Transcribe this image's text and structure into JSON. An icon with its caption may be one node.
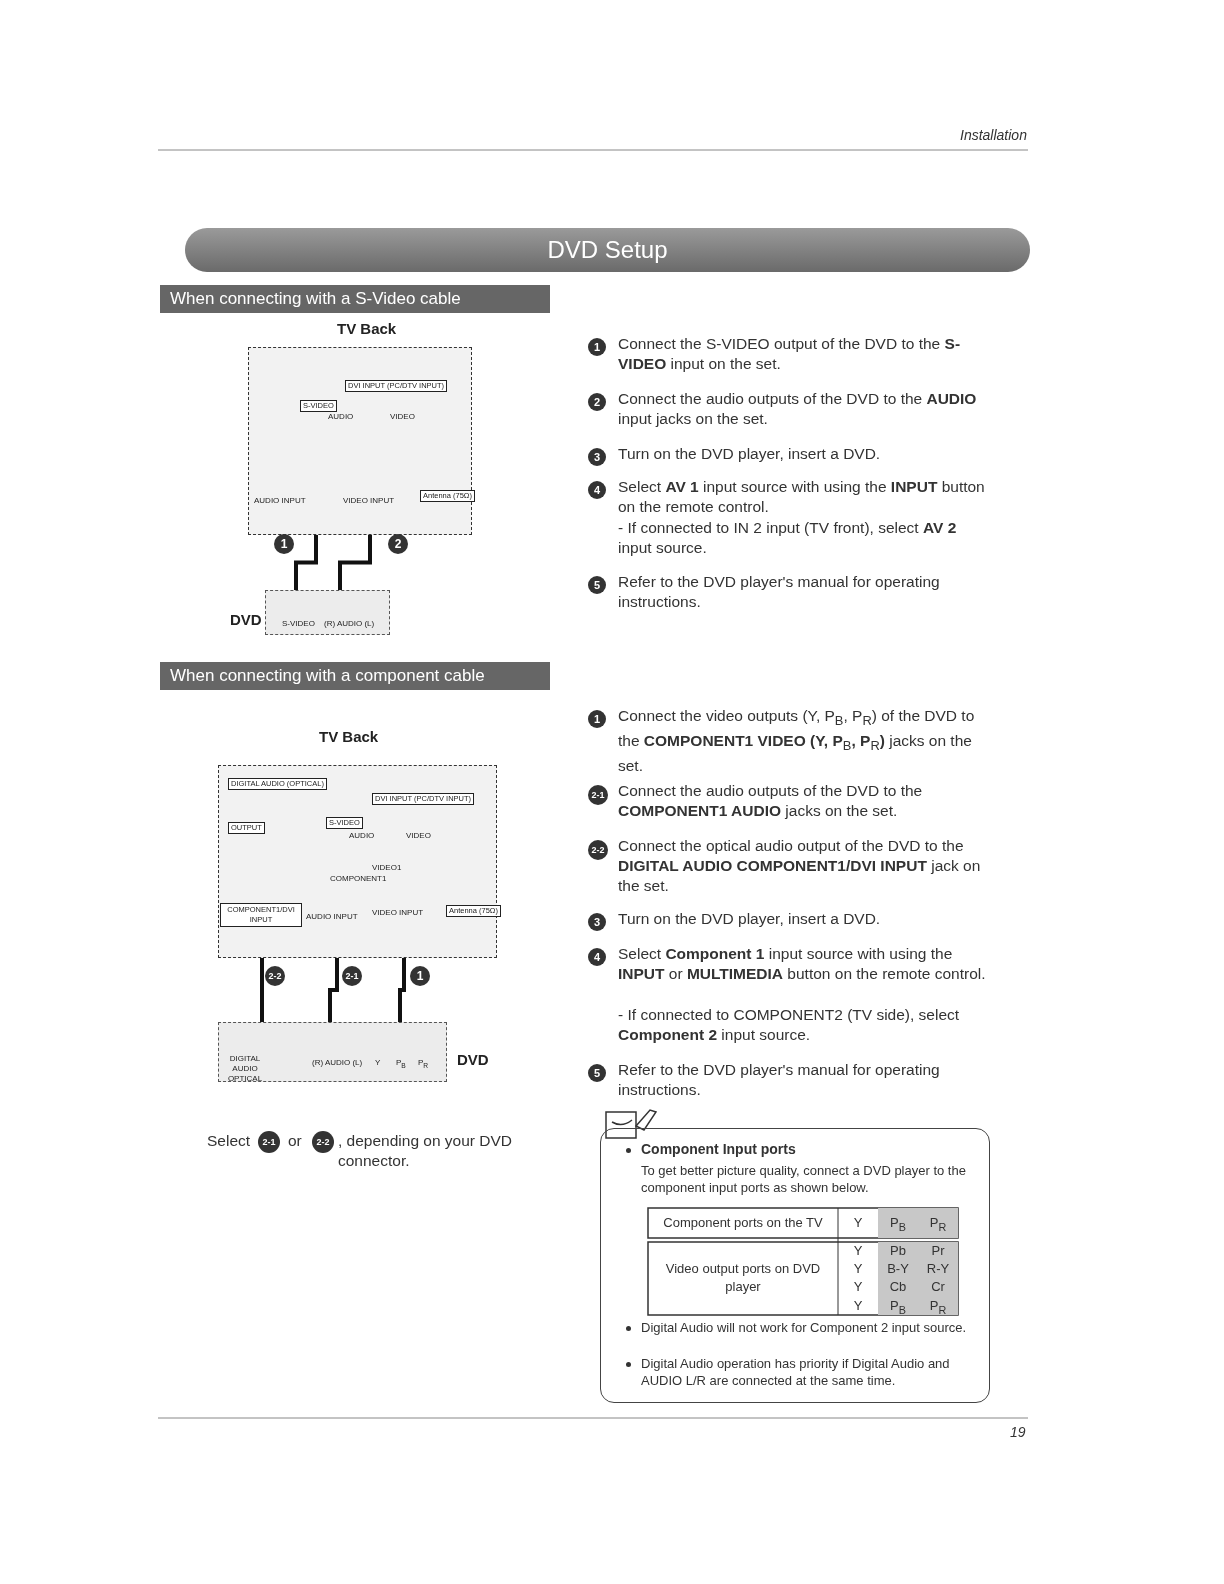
{
  "diagram": {
    "title": "DVD Setup",
    "nodes": [
      {
        "text": [
          "TV Back"
        ]
      },
      {
        "text": [
          "DVD"
        ]
      },
      {
        "text": [
          "TV Back"
        ]
      },
      {
        "text": [
          "DVD"
        ]
      },
      {
        "text": [
          "Component Input ports",
          "To get better picture quality, connect a DVD player to the component input ports as shown below.",
          "Digital Audio will not work for Component 2 input source.",
          "Digital Audio operation has priority if Digital Audio and AUDIO L/R are connected at the same time."
        ]
      }
    ],
    "edges": [
      {
        "from": 1,
        "to": 0,
        "arrow": "none",
        "label": "1"
      },
      {
        "from": 1,
        "to": 0,
        "arrow": "none",
        "label": "2"
      },
      {
        "from": 3,
        "to": 2,
        "arrow": "none",
        "label": "2-2"
      },
      {
        "from": 3,
        "to": 2,
        "arrow": "none",
        "label": "2-1"
      },
      {
        "from": 3,
        "to": 2,
        "arrow": "none",
        "label": "1"
      }
    ],
    "labels": [
      "Installation",
      "When connecting with a S-Video cable",
      "DVI INPUT (PC/DTV INPUT)",
      "S-VIDEO",
      "AUDIO",
      "VIDEO",
      "AUDIO INPUT",
      "VIDEO INPUT",
      "Antenna (75Ω)",
      "S-VIDEO",
      "(R) AUDIO (L)",
      "1",
      "Connect the S-VIDEO output of the DVD to the **S-VIDEO** input on the set.",
      "2",
      "Connect the audio outputs of the DVD to the **AUDIO** input jacks on the set.",
      "3",
      "Turn on the DVD player, insert a DVD.",
      "4",
      "Select **AV 1** input source with using the **INPUT** button on the remote control.",
      "- If connected to IN 2 input (TV front), select **AV 2** input source.",
      "5",
      "Refer to the DVD player's manual for operating instructions.",
      "When connecting with a component cable",
      "DIGITAL AUDIO (OPTICAL)",
      "OUTPUT",
      "DVI INPUT (PC/DTV INPUT)",
      "S-VIDEO",
      "AUDIO",
      "VIDEO",
      "VIDEO1",
      "COMPONENT1",
      "COMPONENT1/DVI INPUT",
      "AUDIO INPUT",
      "VIDEO INPUT",
      "Antenna (75Ω)",
      "DIGITAL AUDIO OPTICAL",
      "(R) AUDIO (L)",
      "Y",
      "P$_{B}$",
      "P$_{R}$",
      "1",
      "Connect the video outputs (Y, P$_{B}$, P$_{R}$) of the DVD to the **COMPONENT1 VIDEO (Y, P**$_{B}$**, P**$_{R}$**)** jacks on the set.",
      "2-1",
      "Connect the audio outputs of the DVD to the **COMPONENT1 AUDIO** jacks on the set.",
      "2-2",
      "Connect the optical audio output of the DVD to the **DIGITAL AUDIO COMPONENT1/DVI INPUT** jack on the set.",
      "3",
      "Turn on the DVD player, insert a DVD.",
      "4",
      "Select **Component 1** input source with using the **INPUT** or **MULTIMEDIA** button on the remote control.",
      "- If connected to COMPONENT2 (TV side), select **Component 2** input source.",
      "5",
      "Refer to the DVD player's manual for operating instructions.",
      "Select",
      "2-1",
      "or",
      "2-2",
      ", depending on your DVD connector.",
      "Component ports on the TV",
      "Y",
      "P$_{B}$",
      "P$_{R}$",
      "Video output ports on DVD player",
      "Y",
      "Pb",
      "Pr",
      "Y",
      "B-Y",
      "R-Y",
      "Y",
      "Cb",
      "Cr",
      "Y",
      "P$_{B}$",
      "P$_{R}$",
      "19"
    ]
  }
}
